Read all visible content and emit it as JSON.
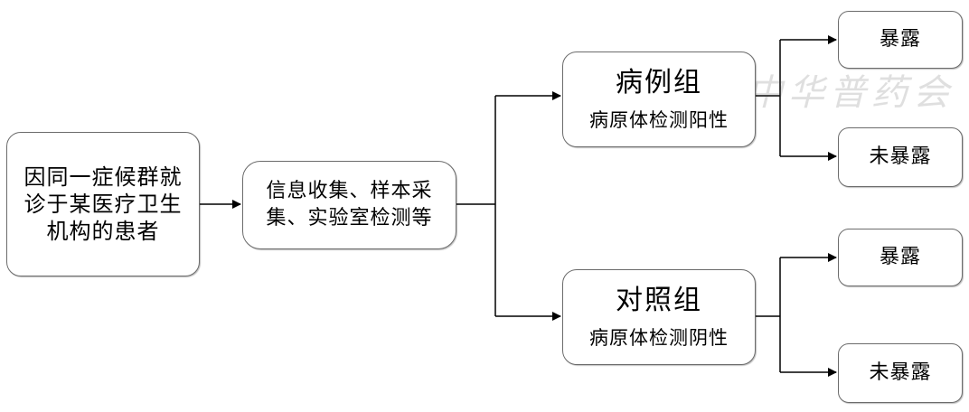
{
  "source": {
    "lines": [
      "因同一症候群就",
      "诊于某医疗卫生",
      "机构的患者"
    ]
  },
  "process": {
    "lines": [
      "信息收集、样本采",
      "集、实验室检测等"
    ]
  },
  "case_group": {
    "title": "病例组",
    "subtitle": "病原体检测阳性",
    "exposed": "暴露",
    "unexposed": "未暴露"
  },
  "control_group": {
    "title": "对照组",
    "subtitle": "病原体检测阴性",
    "exposed": "暴露",
    "unexposed": "未暴露"
  },
  "watermark": {
    "text": "中华普药会"
  },
  "colors": {
    "border": "#6b6b6b",
    "line": "#000000"
  }
}
